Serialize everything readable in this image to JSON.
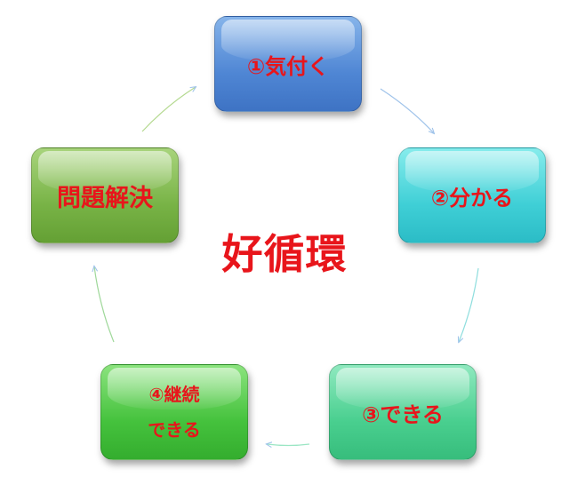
{
  "center": {
    "label": "好循環"
  },
  "nodes": [
    {
      "label": "①気付く",
      "color": "#4f86d4"
    },
    {
      "label": "②分かる",
      "color": "#3fcfd6"
    },
    {
      "label": "③できる",
      "color": "#49cf8f"
    },
    {
      "lines": [
        "④継続",
        "できる"
      ],
      "color": "#45c23d"
    },
    {
      "label": "問題解決",
      "color": "#78b346"
    }
  ],
  "text_color": "#e8151b",
  "arrow_colors": [
    "#9fc3ea",
    "#8fdede",
    "#9be6c4",
    "#9fd89a",
    "#b4d98f"
  ]
}
